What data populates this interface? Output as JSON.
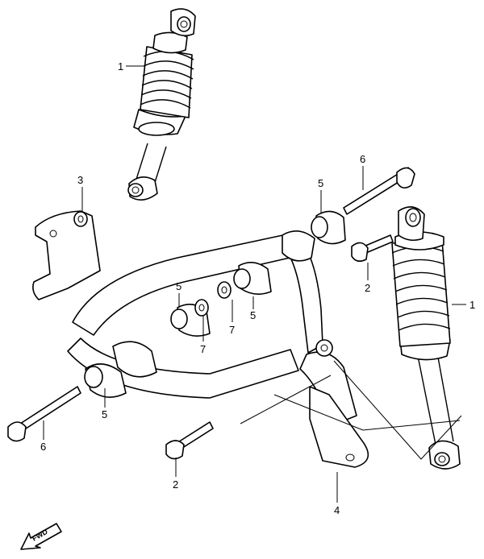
{
  "diagram": {
    "callouts": [
      {
        "id": "c1a",
        "text": "1"
      },
      {
        "id": "c1b",
        "text": "1"
      },
      {
        "id": "c2a",
        "text": "2"
      },
      {
        "id": "c2b",
        "text": "2"
      },
      {
        "id": "c3",
        "text": "3"
      },
      {
        "id": "c4",
        "text": "4"
      },
      {
        "id": "c5a",
        "text": "5"
      },
      {
        "id": "c5b",
        "text": "5"
      },
      {
        "id": "c5c",
        "text": "5"
      },
      {
        "id": "c5d",
        "text": "5"
      },
      {
        "id": "c6a",
        "text": "6"
      },
      {
        "id": "c6b",
        "text": "6"
      },
      {
        "id": "c7a",
        "text": "7"
      },
      {
        "id": "c7b",
        "text": "7"
      }
    ],
    "fwd_label": "FWD"
  }
}
